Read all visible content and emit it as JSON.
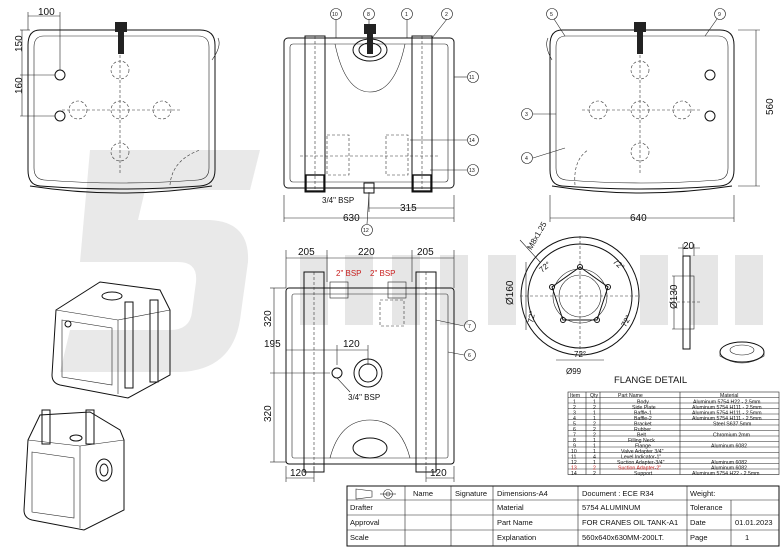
{
  "dims": {
    "d100": "100",
    "d150": "150",
    "d160": "160",
    "d630": "630",
    "d315": "315",
    "bsp_bottom": "3/4\" BSP",
    "d640": "640",
    "d560": "560",
    "d205a": "205",
    "d220": "220",
    "d205b": "205",
    "d320a": "320",
    "d195": "195",
    "d120c": "120",
    "d320b": "320",
    "bsp_side": "3/4\" BSP",
    "d120l": "120",
    "d120r": "120",
    "bsp2a": "2\" BSP",
    "bsp2b": "2\" BSP",
    "m8": "M8x1.25",
    "a72": "72°",
    "dia160": "Ø160",
    "dia99": "Ø99",
    "d20": "20",
    "dia130": "Ø130"
  },
  "balloons": {
    "b10": "10",
    "b8": "8",
    "b1": "1",
    "b2": "2",
    "b11": "11",
    "b14": "14",
    "b13": "13",
    "b12": "12",
    "b5": "5",
    "b9": "9",
    "b3": "3",
    "b4": "4",
    "b7": "7",
    "b6": "6"
  },
  "flange_title": "FLANGE DETAIL",
  "bom": {
    "headers": [
      "Item",
      "Qty",
      "Part Name",
      "Material"
    ],
    "rows": [
      [
        "1",
        "1",
        "Body",
        "Aluminum 5754 H22 - 2.5mm"
      ],
      [
        "2",
        "2",
        "Side Plate",
        "Aluminum 5754 H111 - 2.5mm"
      ],
      [
        "3",
        "1",
        "Baffle-1",
        "Aluminum 5754 H111 - 2.5mm"
      ],
      [
        "4",
        "1",
        "Baffle-2",
        "Aluminum 5754 H111 - 2.5mm"
      ],
      [
        "5",
        "2",
        "Bracket",
        "Steel S637.5mm"
      ],
      [
        "6",
        "2",
        "Rubber",
        ""
      ],
      [
        "7",
        "2",
        "Belt",
        "Chromium 2mm"
      ],
      [
        "8",
        "1",
        "Filling Neck",
        ""
      ],
      [
        "9",
        "1",
        "Flange",
        "Aluminum 6082"
      ],
      [
        "10",
        "1",
        "Valve Adapter 3/4\"",
        ""
      ],
      [
        "11",
        "4",
        "Level Indicator-1\"",
        ""
      ],
      [
        "12",
        "1",
        "Suction Adapter-3/4\"",
        "Aluminum 6082"
      ],
      [
        "13",
        "2",
        "Suction Adapter-2\"",
        "Aluminum 6082"
      ],
      [
        "14",
        "2",
        "Support",
        "Aluminum 5754 H22 - 2.5mm"
      ]
    ]
  },
  "title_block": {
    "name_h": "Name",
    "sig_h": "Signature",
    "dim_h": "Dimensions-A4",
    "doc": "Document : ECE R34",
    "weight": "Weight:",
    "drafter": "Drafter",
    "approval": "Approval",
    "scale": "Scale",
    "material_h": "Material",
    "material_v": "5754 ALUMINUM",
    "tol": "Tolerance",
    "partname_h": "Part Name",
    "partname_v": "FOR CRANES OIL TANK-A1",
    "date_h": "Date",
    "date_v": "01.01.2023",
    "expl_h": "Explanation",
    "expl_v": "560x640x630MM-200LT.",
    "page_h": "Page",
    "page_v": "1"
  },
  "colors": {
    "line": "#111111",
    "accent": "#c8201f",
    "watermark": "#e9e9e9"
  }
}
